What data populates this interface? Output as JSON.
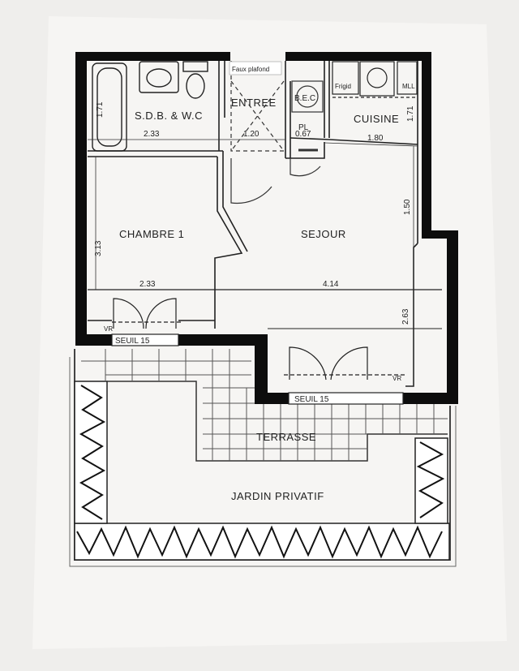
{
  "plan": {
    "rooms": {
      "sdb_wc": "S.D.B. & W.C",
      "entree": "ENTREE",
      "bec": "B.E.C",
      "cuisine": "CUISINE",
      "pl": "PL",
      "chambre": "CHAMBRE 1",
      "sejour": "SEJOUR",
      "terrasse": "TERRASSE",
      "jardin": "JARDIN PRIVATIF"
    },
    "notes": {
      "faux_plafond": "Faux plafond",
      "frigid": "Frigid",
      "mll": "MLL",
      "seuil_left": "SEUIL 15",
      "seuil_right": "SEUIL 15",
      "vr_left": "VR",
      "vr_right": "VR"
    },
    "dimensions": {
      "sdb_height": "1.71",
      "sdb_width": "2.33",
      "entree_width": "1.20",
      "pl_width": "0.67",
      "cuisine_width": "1.80",
      "cuisine_height": "1.71",
      "sejour_depth": "1.50",
      "chambre_height": "3.13",
      "chambre_width": "2.33",
      "sejour_width": "4.14",
      "sejour_lower": "2.63"
    }
  }
}
